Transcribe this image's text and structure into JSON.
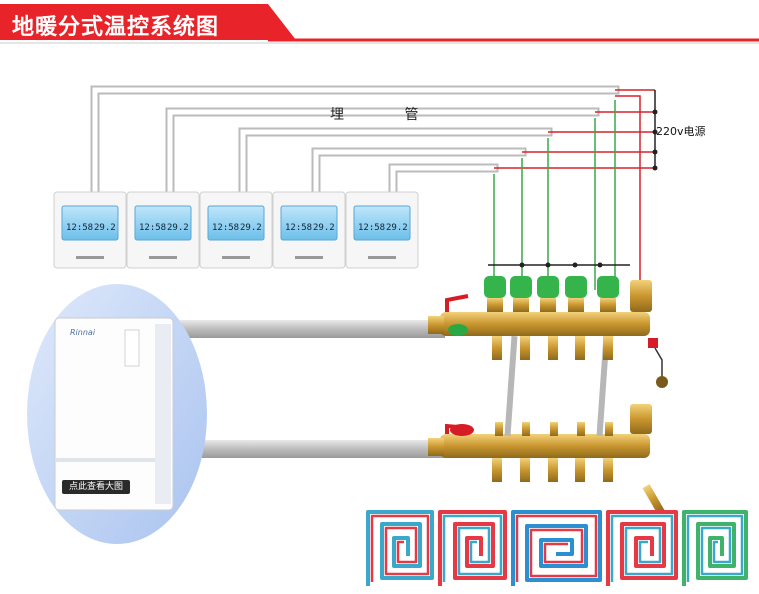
{
  "title": "地暖分式温控系统图",
  "pipe_label": "埋 管",
  "power_label": "220v电源",
  "boiler_button": "点此查看大图",
  "boiler_brand": "Rinnai",
  "thermostats": [
    {
      "time": "12:58",
      "temp": "29.2"
    },
    {
      "time": "12:58",
      "temp": "29.2"
    },
    {
      "time": "12:58",
      "temp": "29.2"
    },
    {
      "time": "12:58",
      "temp": "29.2"
    },
    {
      "time": "12:58",
      "temp": "29.2"
    }
  ],
  "colors": {
    "banner": "#e8242a",
    "hot": "#e53a45",
    "cold": "#3aa8c8",
    "valve": "#33b14a",
    "brass": "#c9a046",
    "pipe": "#cfcfcf"
  }
}
